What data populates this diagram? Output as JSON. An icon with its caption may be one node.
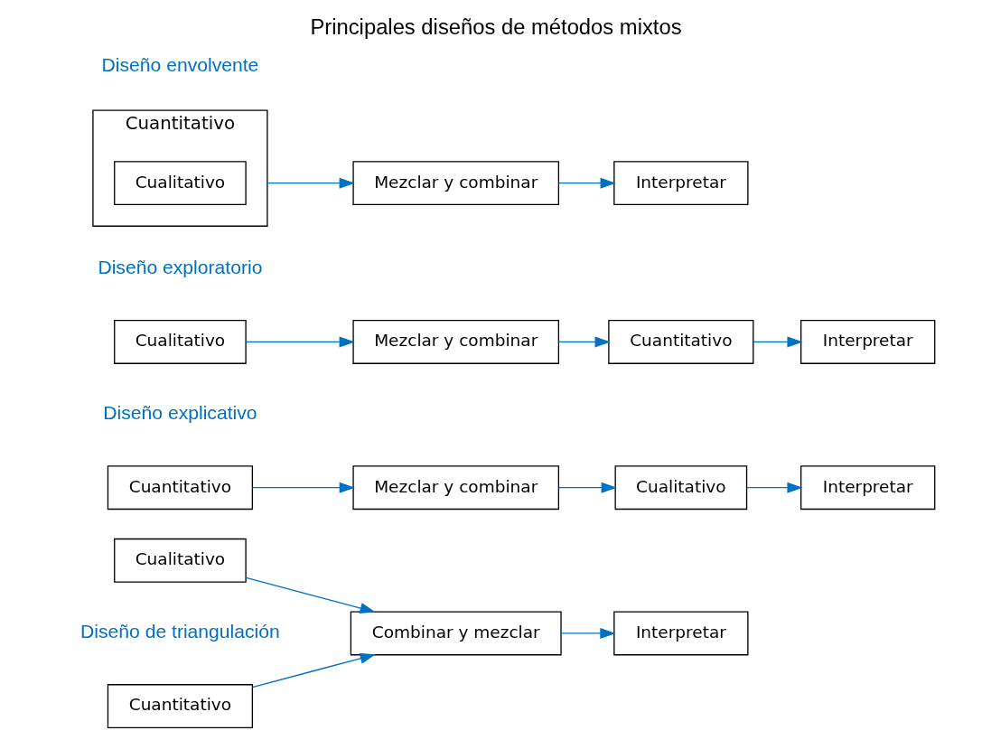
{
  "diagram": {
    "title": "Principales diseños de métodos mixtos",
    "nodes": [
      {
        "text": [
          "Cuantitativo"
        ]
      },
      {
        "text": [
          "Cualitativo"
        ]
      },
      {
        "text": [
          "Combinar y mezclar"
        ]
      },
      {
        "text": [
          "Interpretar"
        ]
      },
      {
        "text": [
          "Cuantitativo"
        ]
      },
      {
        "text": [
          "Mezclar y combinar"
        ]
      },
      {
        "text": [
          "Cualitativo"
        ]
      },
      {
        "text": [
          "Interpretar"
        ]
      },
      {
        "text": [
          "Cualitativo"
        ]
      },
      {
        "text": [
          "Mezclar y combinar"
        ]
      },
      {
        "text": [
          "Cuantitativo"
        ]
      },
      {
        "text": [
          "Interpretar"
        ]
      },
      {
        "text": [
          "Cuantitativo"
        ]
      },
      {
        "text": [
          "Cualitativo"
        ],
        "in": 12
      },
      {
        "text": [
          "Mezclar y combinar"
        ]
      },
      {
        "text": [
          "Interpretar"
        ]
      }
    ],
    "edges": [
      {
        "from": 0,
        "to": 2,
        "arrow": "to",
        "color": "#0070c0"
      },
      {
        "from": 1,
        "to": 2,
        "arrow": "to",
        "color": "#0070c0"
      },
      {
        "from": 2,
        "to": 3,
        "arrow": "to",
        "color": "#0070c0"
      },
      {
        "from": 4,
        "to": 5,
        "arrow": "to",
        "color": "#0070c0"
      },
      {
        "from": 5,
        "to": 6,
        "arrow": "to",
        "color": "#0070c0"
      },
      {
        "from": 6,
        "to": 7,
        "arrow": "to",
        "color": "#0070c0"
      },
      {
        "from": 8,
        "to": 9,
        "arrow": "to",
        "color": "#0070c0"
      },
      {
        "from": 9,
        "to": 10,
        "arrow": "to",
        "color": "#0070c0"
      },
      {
        "from": 10,
        "to": 11,
        "arrow": "to",
        "color": "#0070c0"
      },
      {
        "from": 12,
        "to": 14,
        "arrow": "to",
        "color": "#0070c0"
      },
      {
        "from": 14,
        "to": 15,
        "arrow": "to",
        "color": "#0070c0"
      }
    ],
    "labels": [
      "Diseño de triangulación",
      "Diseño explicativo",
      "Diseño exploratorio",
      "Diseño envolvente"
    ]
  }
}
